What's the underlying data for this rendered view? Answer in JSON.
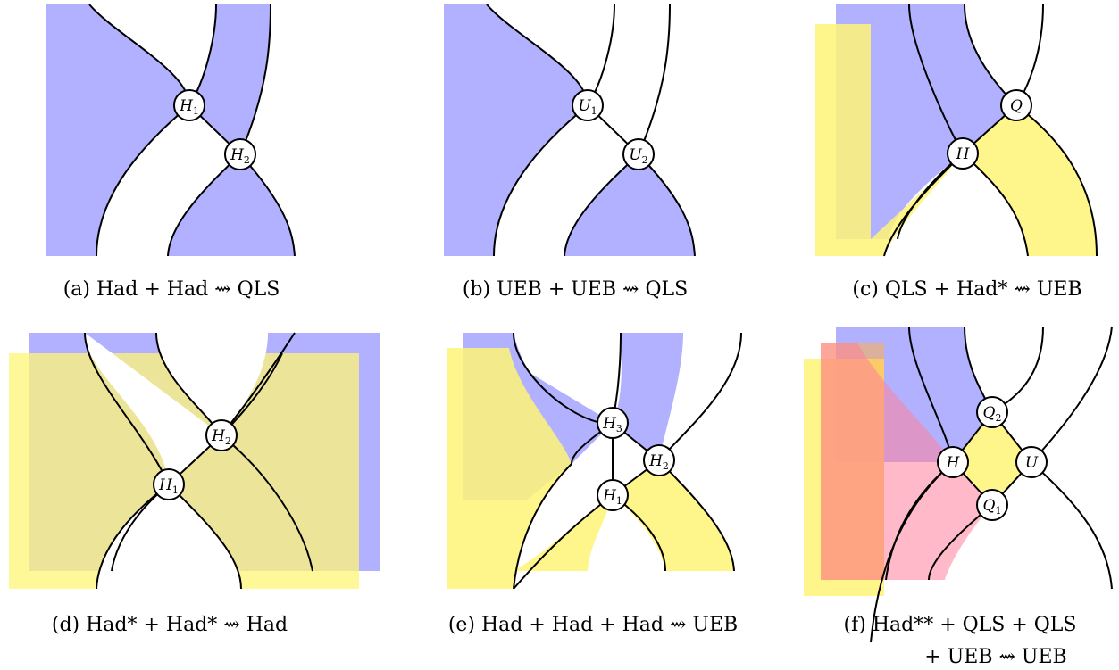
{
  "panels": [
    {
      "id": "a",
      "caption": "(a) Had + Had ⇝ QLS",
      "nodes": [
        {
          "base": "H",
          "sub": "1"
        },
        {
          "base": "H",
          "sub": "2"
        }
      ]
    },
    {
      "id": "b",
      "caption": "(b) UEB + UEB ⇝ QLS",
      "nodes": [
        {
          "base": "U",
          "sub": "1"
        },
        {
          "base": "U",
          "sub": "2"
        }
      ]
    },
    {
      "id": "c",
      "caption": "(c) QLS + Had* ⇝ UEB",
      "nodes": [
        {
          "base": "Q",
          "sub": ""
        },
        {
          "base": "H",
          "sub": ""
        }
      ]
    },
    {
      "id": "d",
      "caption": "(d) Had* + Had* ⇝ Had",
      "nodes": [
        {
          "base": "H",
          "sub": "2"
        },
        {
          "base": "H",
          "sub": "1"
        }
      ]
    },
    {
      "id": "e",
      "caption": "(e) Had + Had + Had ⇝ UEB",
      "nodes": [
        {
          "base": "H",
          "sub": "3"
        },
        {
          "base": "H",
          "sub": "2"
        },
        {
          "base": "H",
          "sub": "1"
        }
      ]
    },
    {
      "id": "f",
      "caption_line1": "(f) Had** + QLS + QLS",
      "caption_line2": "+ UEB ⇝ UEB",
      "nodes": [
        {
          "base": "Q",
          "sub": "2"
        },
        {
          "base": "H",
          "sub": ""
        },
        {
          "base": "U",
          "sub": ""
        },
        {
          "base": "Q",
          "sub": "1"
        }
      ]
    }
  ],
  "colors": {
    "blue": "#b1b1ff",
    "yellow": "#fff577",
    "pink": "#ff7f9a"
  }
}
